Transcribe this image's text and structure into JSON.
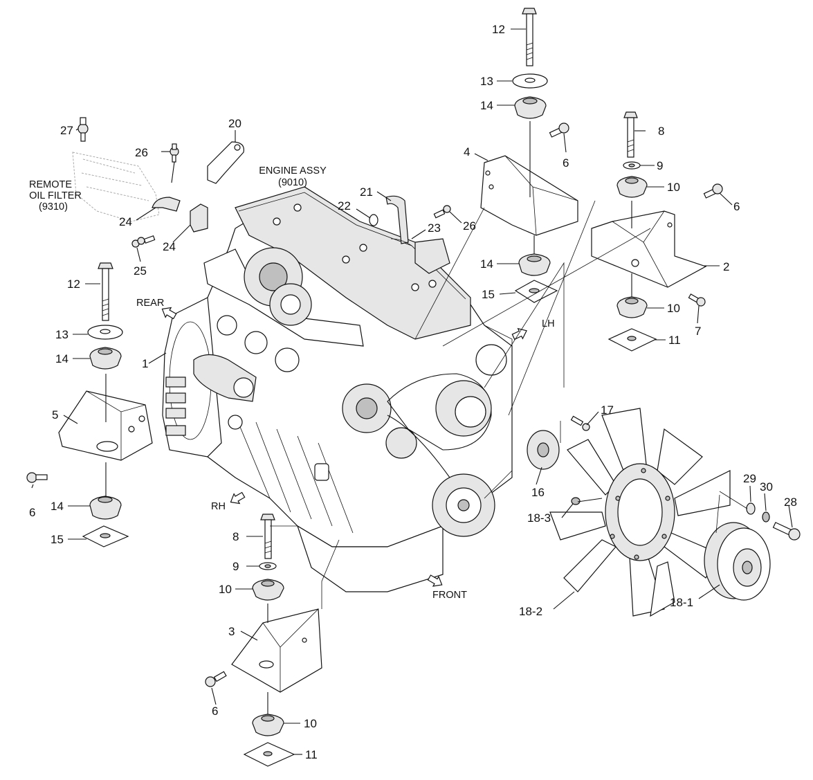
{
  "captions": {
    "engine_assy": "ENGINE ASSY",
    "engine_assy_code": "(9010)",
    "remote_oil_filter_1": "REMOTE",
    "remote_oil_filter_2": "OIL FILTER",
    "remote_oil_filter_code": "(9310)",
    "dir_rear": "REAR",
    "dir_rh": "RH",
    "dir_lh": "LH",
    "dir_front": "FRONT"
  },
  "callouts": {
    "c1": "1",
    "c2": "2",
    "c3": "3",
    "c4": "4",
    "c5": "5",
    "c6a": "6",
    "c6b": "6",
    "c6c": "6",
    "c6d": "6",
    "c7": "7",
    "c8a": "8",
    "c8b": "8",
    "c9a": "9",
    "c9b": "9",
    "c10a": "10",
    "c10b": "10",
    "c10c": "10",
    "c10d": "10",
    "c11a": "11",
    "c11b": "11",
    "c12a": "12",
    "c12b": "12",
    "c13a": "13",
    "c13b": "13",
    "c14a": "14",
    "c14b": "14",
    "c14c": "14",
    "c14d": "14",
    "c15a": "15",
    "c15b": "15",
    "c16": "16",
    "c17": "17",
    "c18_1": "18-1",
    "c18_2": "18-2",
    "c18_3": "18-3",
    "c20": "20",
    "c21": "21",
    "c22": "22",
    "c23": "23",
    "c24a": "24",
    "c24b": "24",
    "c25": "25",
    "c26a": "26",
    "c26b": "26",
    "c27": "27",
    "c28": "28",
    "c29": "29",
    "c30": "30"
  }
}
